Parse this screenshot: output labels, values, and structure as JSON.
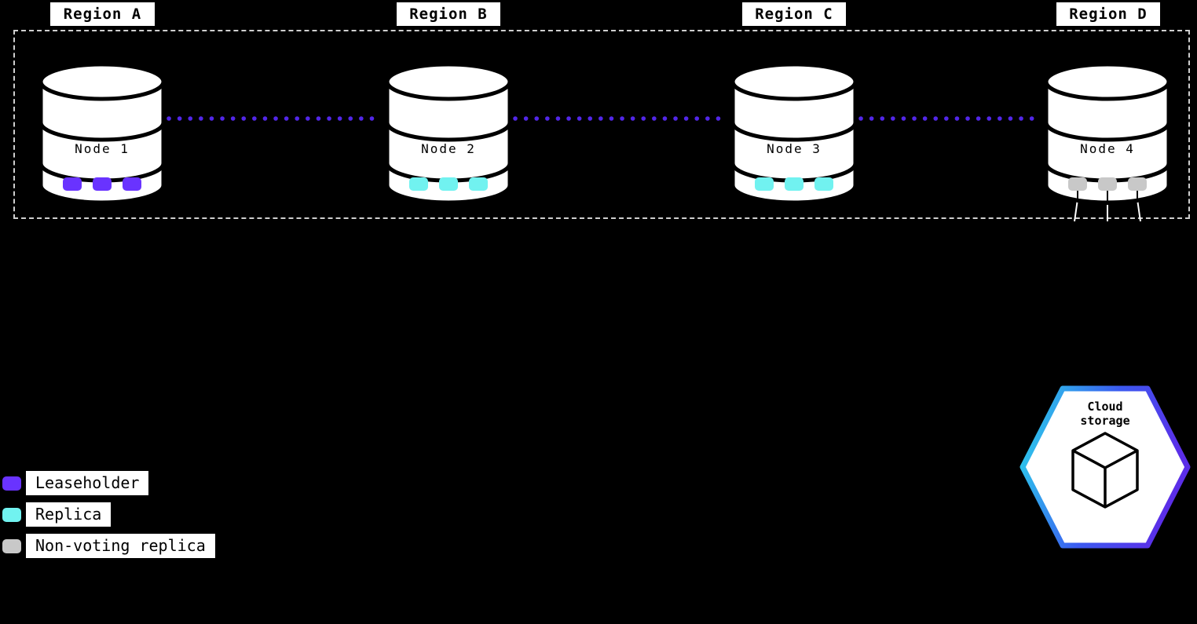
{
  "regions": [
    {
      "label": "Region A"
    },
    {
      "label": "Region B"
    },
    {
      "label": "Region C"
    },
    {
      "label": "Region D"
    }
  ],
  "nodes": [
    {
      "label": "Node 1",
      "replica_type": "leaseholder"
    },
    {
      "label": "Node 2",
      "replica_type": "replica"
    },
    {
      "label": "Node 3",
      "replica_type": "replica"
    },
    {
      "label": "Node 4",
      "replica_type": "non-voting replica"
    }
  ],
  "legend": {
    "items": [
      {
        "label": "Leaseholder",
        "color": "#6933FF"
      },
      {
        "label": "Replica",
        "color": "#71F2F0"
      },
      {
        "label": "Non-voting replica",
        "color": "#C8C8C8"
      }
    ]
  },
  "cloud_storage": {
    "line1": "Cloud",
    "line2": "storage"
  },
  "colors": {
    "leaseholder": "#6933FF",
    "replica": "#71F2F0",
    "non_voting": "#C8C8C8",
    "link": "#5227E8",
    "hex_gradient_start": "#2BD8EA",
    "hex_gradient_mid": "#3B5BF0",
    "hex_gradient_end": "#5B2EE8"
  }
}
